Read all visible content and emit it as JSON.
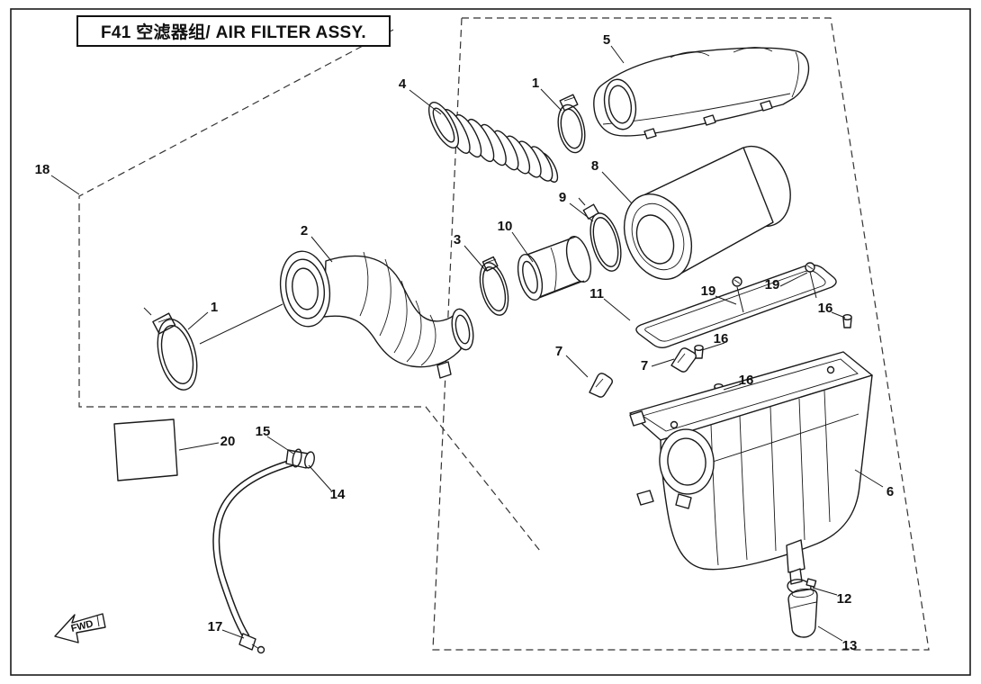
{
  "title": "F41 空滤器组/ AIR FILTER ASSY.",
  "fwd_label": "FWD",
  "colors": {
    "line": "#1a1a1a",
    "background": "#ffffff"
  },
  "callouts": [
    {
      "num": "18"
    },
    {
      "num": "4"
    },
    {
      "num": "1"
    },
    {
      "num": "5"
    },
    {
      "num": "8"
    },
    {
      "num": "9"
    },
    {
      "num": "10"
    },
    {
      "num": "3"
    },
    {
      "num": "2"
    },
    {
      "num": "1"
    },
    {
      "num": "11"
    },
    {
      "num": "19"
    },
    {
      "num": "19"
    },
    {
      "num": "16"
    },
    {
      "num": "7"
    },
    {
      "num": "7"
    },
    {
      "num": "16"
    },
    {
      "num": "16"
    },
    {
      "num": "6"
    },
    {
      "num": "12"
    },
    {
      "num": "13"
    },
    {
      "num": "20"
    },
    {
      "num": "15"
    },
    {
      "num": "14"
    },
    {
      "num": "17"
    }
  ]
}
